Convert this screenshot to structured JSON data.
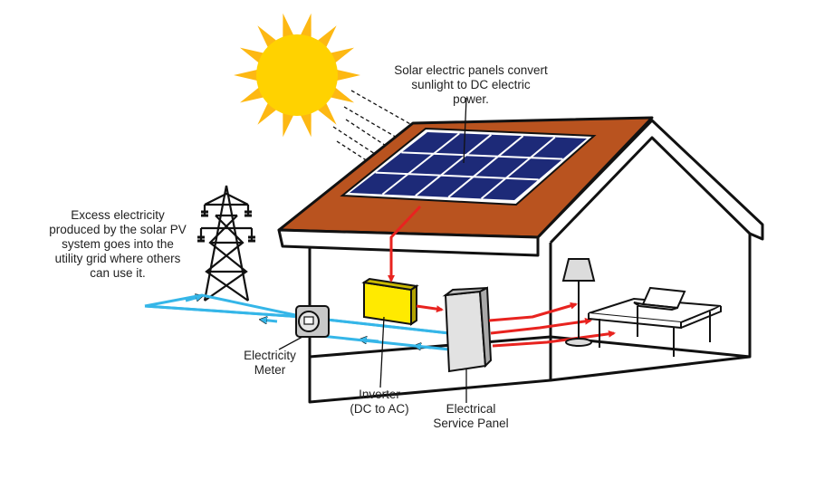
{
  "labels": {
    "panels": [
      "Solar electric panels convert",
      "sunlight to DC electric",
      "power."
    ],
    "grid": [
      "Excess electricity",
      "produced by the solar PV",
      "system goes into the",
      "utility grid where others",
      "can use it."
    ],
    "meter": [
      "Electricity",
      "Meter"
    ],
    "inverter": [
      "Inverter",
      "(DC to AC)"
    ],
    "service_panel": [
      "Electrical",
      "Service Panel"
    ]
  },
  "colors": {
    "sun": "#ffd200",
    "sun_rays": "#fdb813",
    "roof": "#b9531f",
    "panel": "#1d2a78",
    "panel_grid": "#ffffff",
    "inverter": "#ffea00",
    "service_panel": "#d4d4d4",
    "dc_ac_flow": "#e8231f",
    "grid_flow": "#35b6e8",
    "outline": "#111111"
  },
  "flows": {
    "dc_ac_power": "red arrows from panels to inverter, service panel and appliances",
    "grid_export": "blue arrows from service panel through meter to utility grid"
  }
}
